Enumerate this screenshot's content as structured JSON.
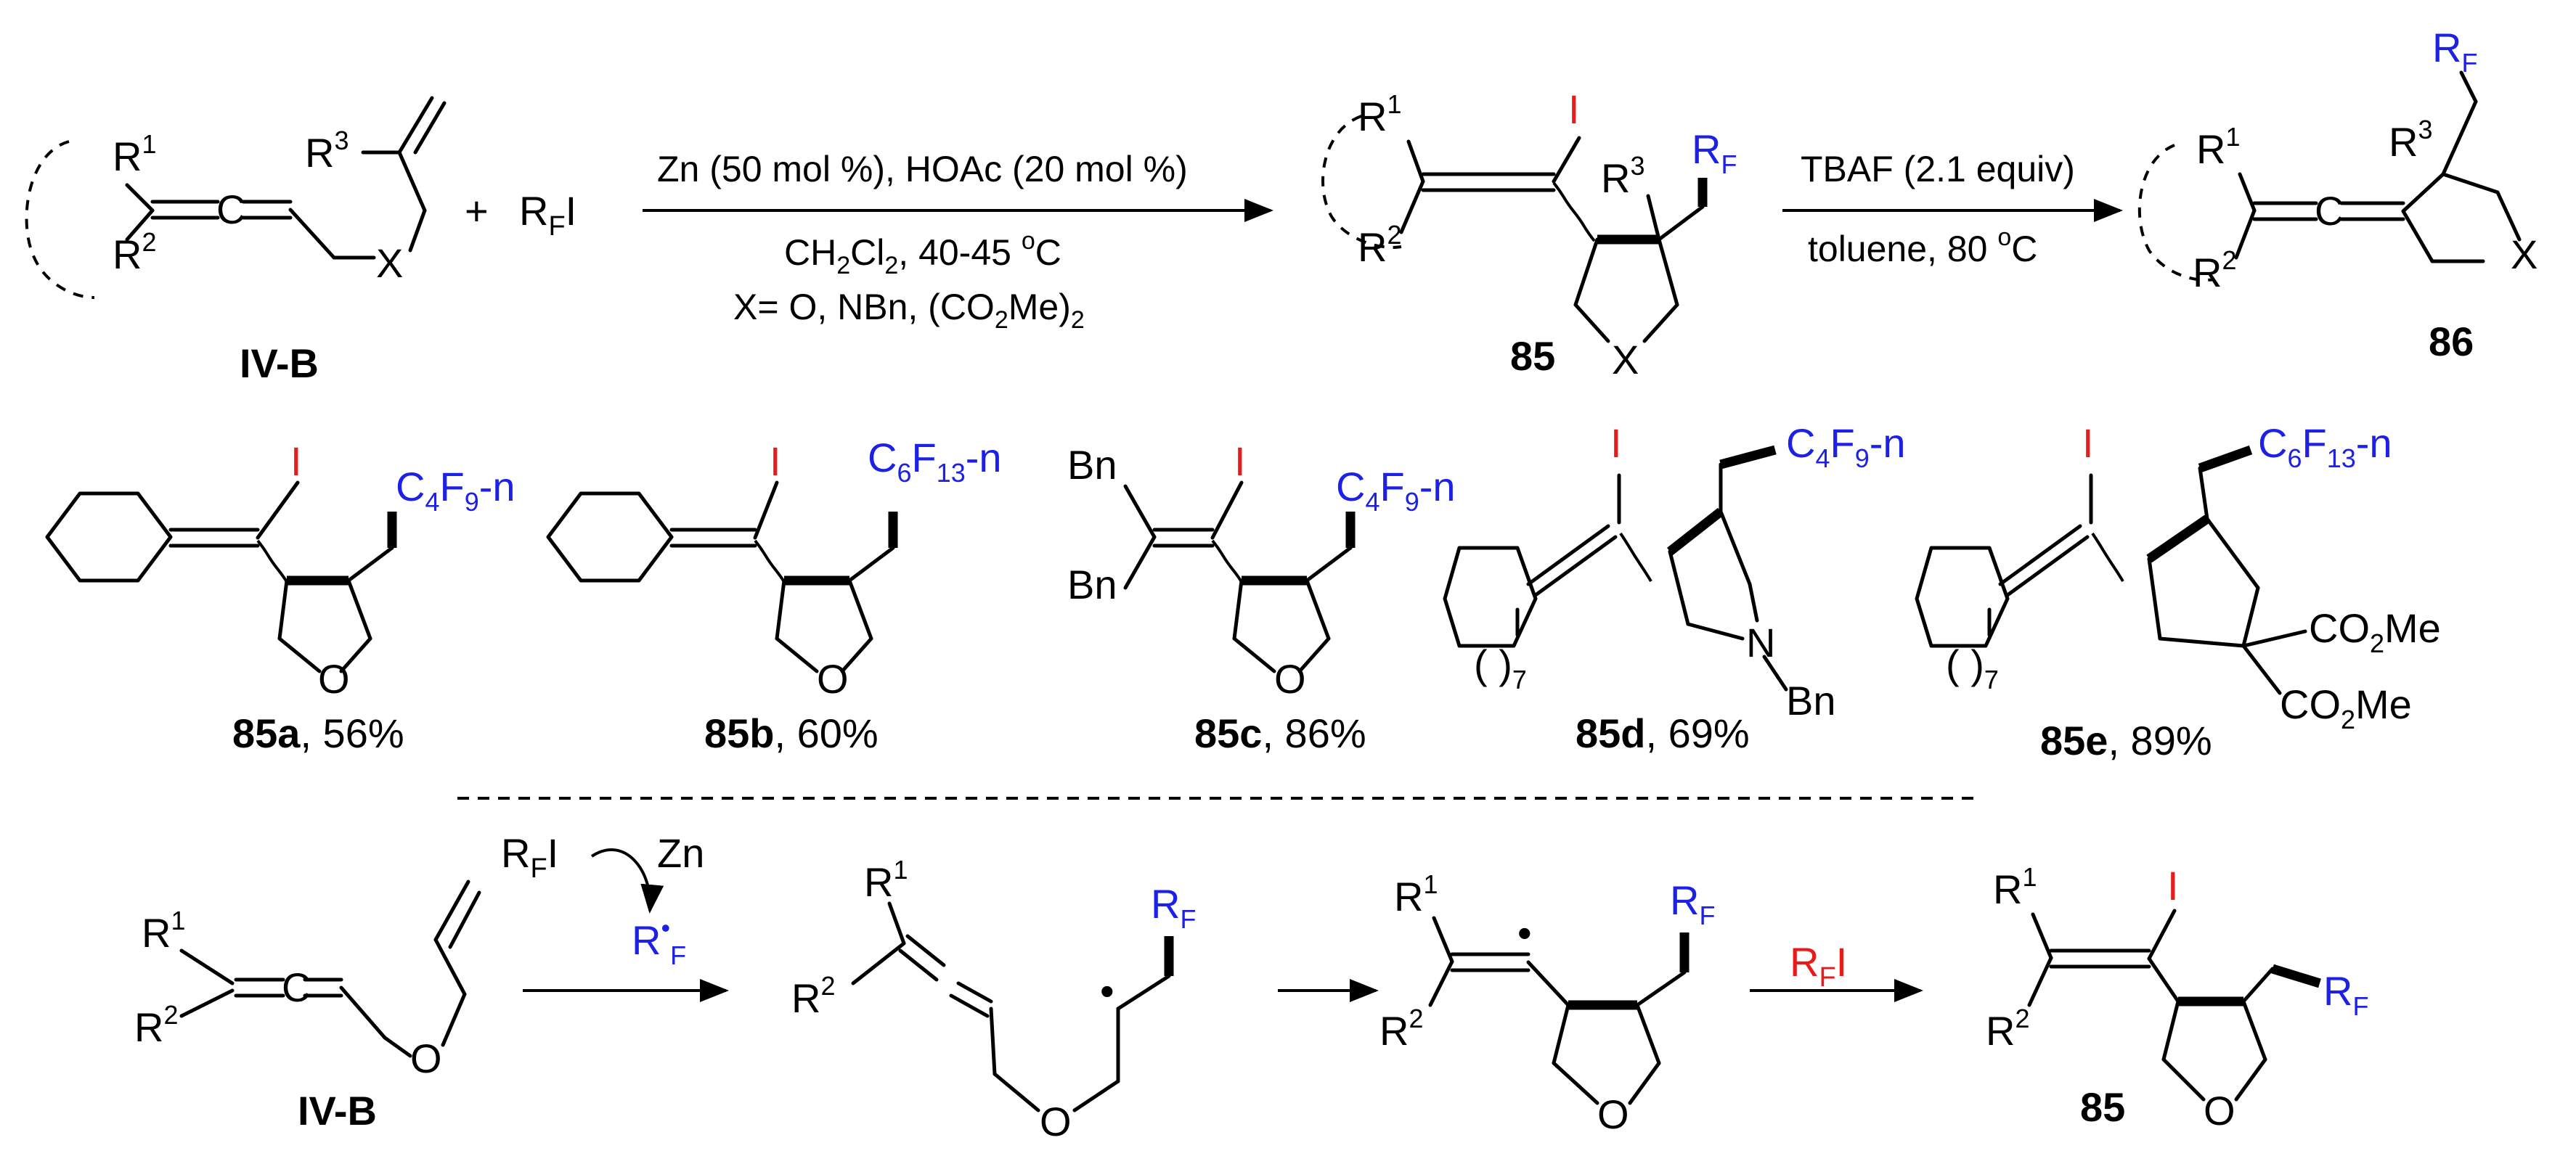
{
  "colors": {
    "fluoroalkyl": "#1d21e8",
    "iodine": "#e81b1b",
    "bond": "#000000"
  },
  "atoms": {
    "R": "R",
    "X": "X",
    "O": "O",
    "N": "N",
    "I": "I",
    "C": "C",
    "sup1": "1",
    "sup2": "2",
    "sup3": "3",
    "F": "F",
    "radical_dot": "•"
  },
  "reagent_RFI": {
    "R": "R",
    "F": "F",
    "I": "I"
  },
  "plus": "+",
  "conditions1": {
    "line1": "Zn (50 mol %), HOAc (20 mol %)",
    "line2_pre": "CH",
    "line2_sub1": "2",
    "line2_mid": "Cl",
    "line2_sub2": "2",
    "line2_post": ", 40-45 ",
    "line2_deg": "o",
    "line2_end": "C",
    "line3_pre": "X= O, NBn, (CO",
    "line3_sub": "2",
    "line3_mid": "Me)",
    "line3_sub2": "2"
  },
  "conditions2": {
    "line1": "TBAF (2.1 equiv)",
    "line2_pre": "toluene, 80 ",
    "line2_deg": "o",
    "line2_end": "C"
  },
  "labels": {
    "start": "IV-B",
    "product1": "85",
    "product2": "86",
    "final": "85"
  },
  "examples": [
    {
      "id": "85a",
      "yield": ", 56%",
      "chain_pre": "C",
      "chain_sub1": "4",
      "chain_mid": "F",
      "chain_sub2": "9",
      "chain_end": "-n"
    },
    {
      "id": "85b",
      "yield": ",  60%",
      "chain_pre": "C",
      "chain_sub1": "6",
      "chain_mid": "F",
      "chain_sub2": "13",
      "chain_end": "-n"
    },
    {
      "id": "85c",
      "yield": ", 86%",
      "chain_pre": "C",
      "chain_sub1": "4",
      "chain_mid": "F",
      "chain_sub2": "9",
      "chain_end": "-n",
      "sub": "Bn"
    },
    {
      "id": "85d",
      "yield": ", 69%",
      "chain_pre": "C",
      "chain_sub1": "4",
      "chain_mid": "F",
      "chain_sub2": "9",
      "chain_end": "-n",
      "ring": "7",
      "sub": "Bn"
    },
    {
      "id": "85e",
      "yield": ", 89%",
      "chain_pre": "C",
      "chain_sub1": "6",
      "chain_mid": "F",
      "chain_sub2": "13",
      "chain_end": "-n",
      "ring": "7",
      "ester": "CO",
      "ester_sub": "2",
      "ester_end": "Me"
    }
  ],
  "mechanism": {
    "Zn": "Zn",
    "RFI_pre": "R",
    "RFI_sub": "F",
    "RFI_end": "I"
  }
}
